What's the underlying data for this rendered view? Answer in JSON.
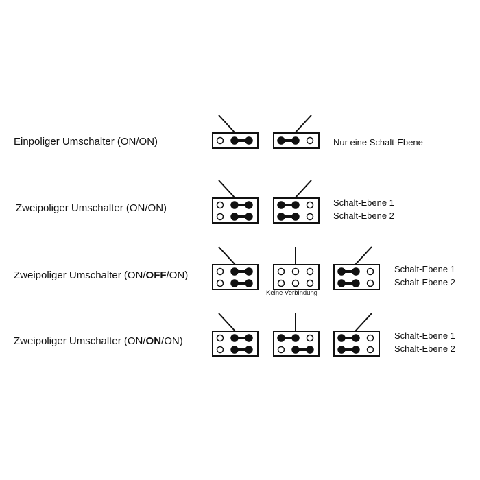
{
  "rows": [
    {
      "label_parts": [
        "Einpoliger Umschalter (ON/ON)"
      ],
      "captions": [
        "Nur eine Schalt-Ebene"
      ],
      "switches": [
        {
          "lever": "left",
          "rows": [
            [
              0,
              1,
              1
            ]
          ]
        },
        {
          "lever": "right",
          "rows": [
            [
              1,
              1,
              0
            ]
          ]
        }
      ]
    },
    {
      "label_parts": [
        "Zweipoliger Umschalter (ON/ON)"
      ],
      "captions": [
        "Schalt-Ebene 1",
        "Schalt-Ebene 2"
      ],
      "switches": [
        {
          "lever": "left",
          "rows": [
            [
              0,
              1,
              1
            ],
            [
              0,
              1,
              1
            ]
          ]
        },
        {
          "lever": "right",
          "rows": [
            [
              1,
              1,
              0
            ],
            [
              1,
              1,
              0
            ]
          ]
        }
      ]
    },
    {
      "label_parts": [
        "Zweipoliger Umschalter (ON/",
        "OFF",
        "/ON)"
      ],
      "captions": [
        "Schalt-Ebene 1",
        "Schalt-Ebene 2"
      ],
      "sublabel": "Keine Verbindung",
      "switches": [
        {
          "lever": "left",
          "rows": [
            [
              0,
              1,
              1
            ],
            [
              0,
              1,
              1
            ]
          ]
        },
        {
          "lever": "center",
          "rows": [
            [
              0,
              0,
              0
            ],
            [
              0,
              0,
              0
            ]
          ]
        },
        {
          "lever": "right",
          "rows": [
            [
              1,
              1,
              0
            ],
            [
              1,
              1,
              0
            ]
          ]
        }
      ]
    },
    {
      "label_parts": [
        "Zweipoliger Umschalter (ON/",
        "ON",
        "/ON)"
      ],
      "captions": [
        "Schalt-Ebene 1",
        "Schalt-Ebene 2"
      ],
      "switches": [
        {
          "lever": "left",
          "rows": [
            [
              0,
              1,
              1
            ],
            [
              0,
              1,
              1
            ]
          ]
        },
        {
          "lever": "center",
          "rows": [
            [
              1,
              1,
              0
            ],
            [
              0,
              1,
              1
            ]
          ]
        },
        {
          "lever": "right",
          "rows": [
            [
              1,
              1,
              0
            ],
            [
              1,
              1,
              0
            ]
          ]
        }
      ]
    }
  ]
}
